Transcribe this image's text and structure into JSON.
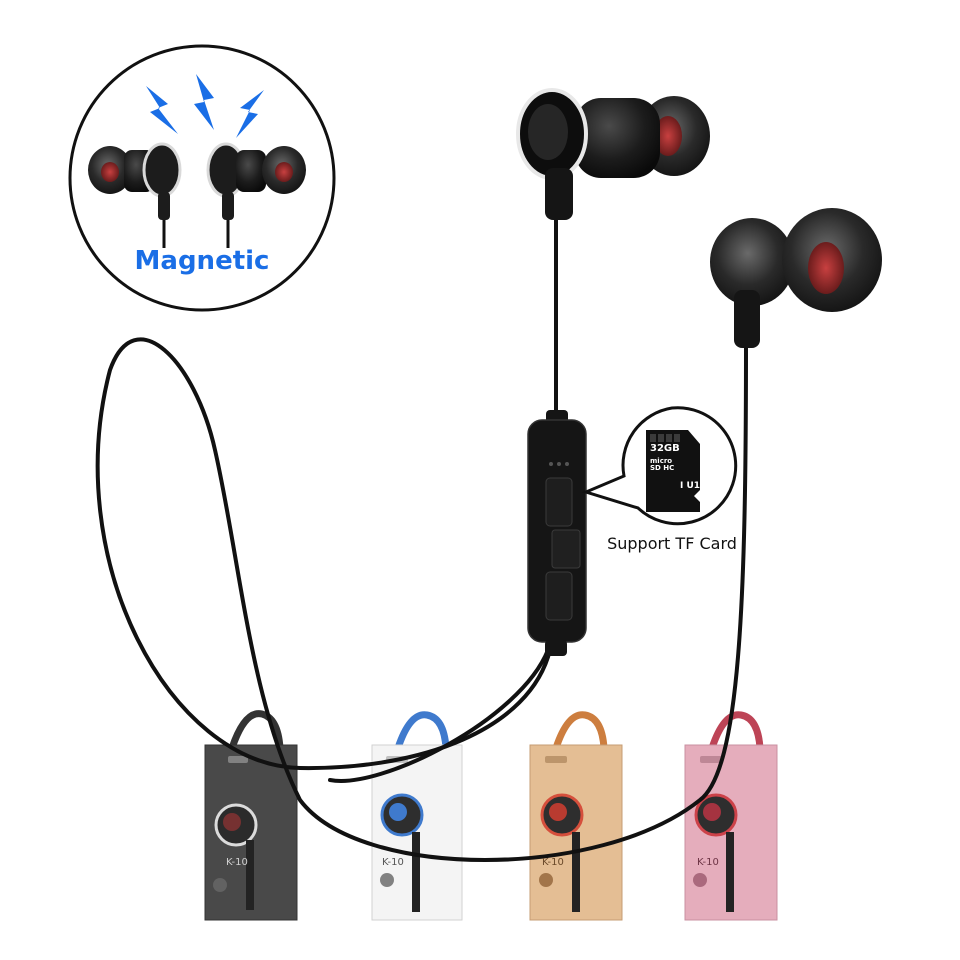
{
  "callouts": {
    "magnetic_label": "Magnetic",
    "tf_card_label": "Support TF Card"
  },
  "microsd_card": {
    "capacity": "32GB",
    "brand_line": "micro SD HC",
    "class_line": "I U1"
  },
  "packaging": {
    "model": "K-10",
    "variants": [
      {
        "color_name": "black",
        "box_color": "#3a3a3a",
        "lanyard_color": "#222222",
        "accent": "#c8c8c8"
      },
      {
        "color_name": "white",
        "box_color": "#f4f4f4",
        "lanyard_color": "#2f6fc9",
        "accent": "#2f6fc9"
      },
      {
        "color_name": "gold",
        "box_color": "#e2b98c",
        "lanyard_color": "#c9742f",
        "accent": "#d2412c"
      },
      {
        "color_name": "pink",
        "box_color": "#e3a7b7",
        "lanyard_color": "#b83548",
        "accent": "#c8323a"
      }
    ]
  },
  "colors": {
    "magnetic_accent": "#1a6ee6",
    "earbud_body": "#1c1c1c",
    "eartip_red": "#9b2b2b",
    "cable": "#111111"
  },
  "icons": [
    "lightning-bolt-icon",
    "microsd-card-icon"
  ]
}
